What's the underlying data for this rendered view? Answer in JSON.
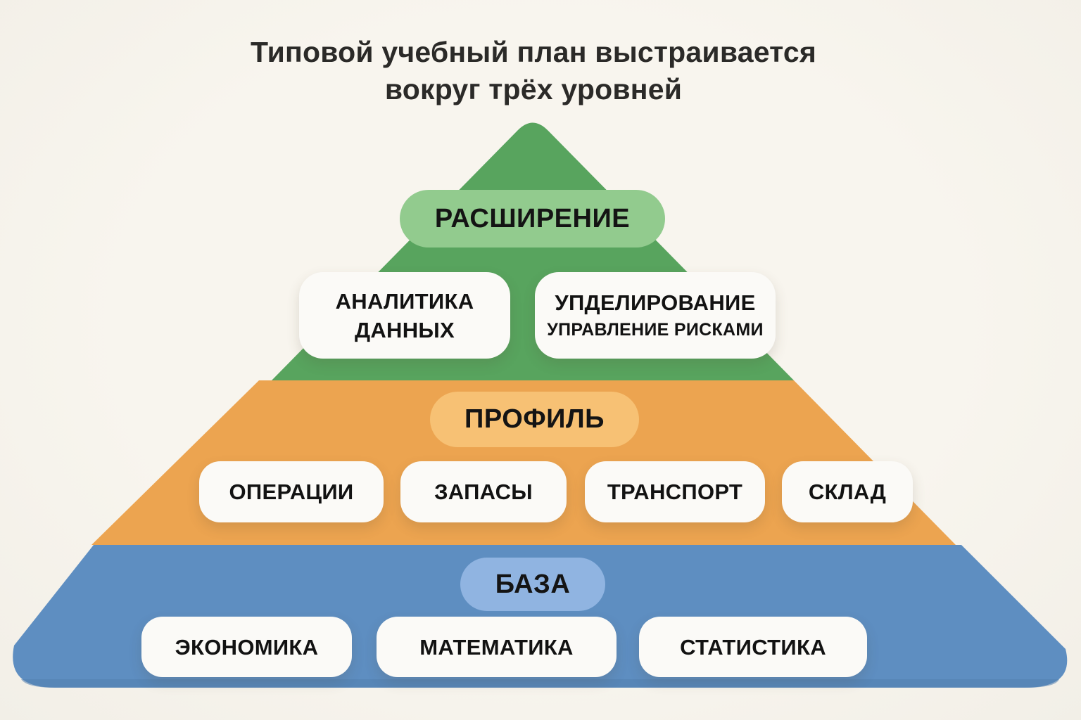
{
  "title": {
    "line1": "Типовой учебный план выстраивается",
    "line2": "вокруг трёх уровней"
  },
  "pyramid": {
    "levels": [
      {
        "id": "expansion",
        "label": "РАСШИРЕНИЕ",
        "band_color": "#58a45e",
        "pill_color": "#92cb8e",
        "chips": [
          {
            "lines": [
              "АНАЛИТИКА",
              "ДАННЫХ"
            ]
          },
          {
            "lines": [
              "УПДЕЛИРОВАНИЕ",
              "УПРАВЛЕНИЕ РИСКАМИ"
            ]
          }
        ]
      },
      {
        "id": "profile",
        "label": "ПРОФИЛЬ",
        "band_color": "#eca450",
        "pill_color": "#f7c174",
        "chips": [
          {
            "lines": [
              "ОПЕРАЦИИ"
            ]
          },
          {
            "lines": [
              "ЗАПАСЫ"
            ]
          },
          {
            "lines": [
              "ТРАНСПОРТ"
            ]
          },
          {
            "lines": [
              "СКЛАД"
            ]
          }
        ]
      },
      {
        "id": "base",
        "label": "БАЗА",
        "band_color": "#5e8ec1",
        "pill_color": "#90b4e1",
        "chips": [
          {
            "lines": [
              "ЭКОНОМИКА"
            ]
          },
          {
            "lines": [
              "МАТЕМАТИКА"
            ]
          },
          {
            "lines": [
              "СТАТИСТИКА"
            ]
          }
        ]
      }
    ]
  },
  "colors": {
    "background": "#f7f4ed",
    "chip_background": "#fbfaf7",
    "text": "#121212",
    "title_text": "#2b2a28"
  }
}
